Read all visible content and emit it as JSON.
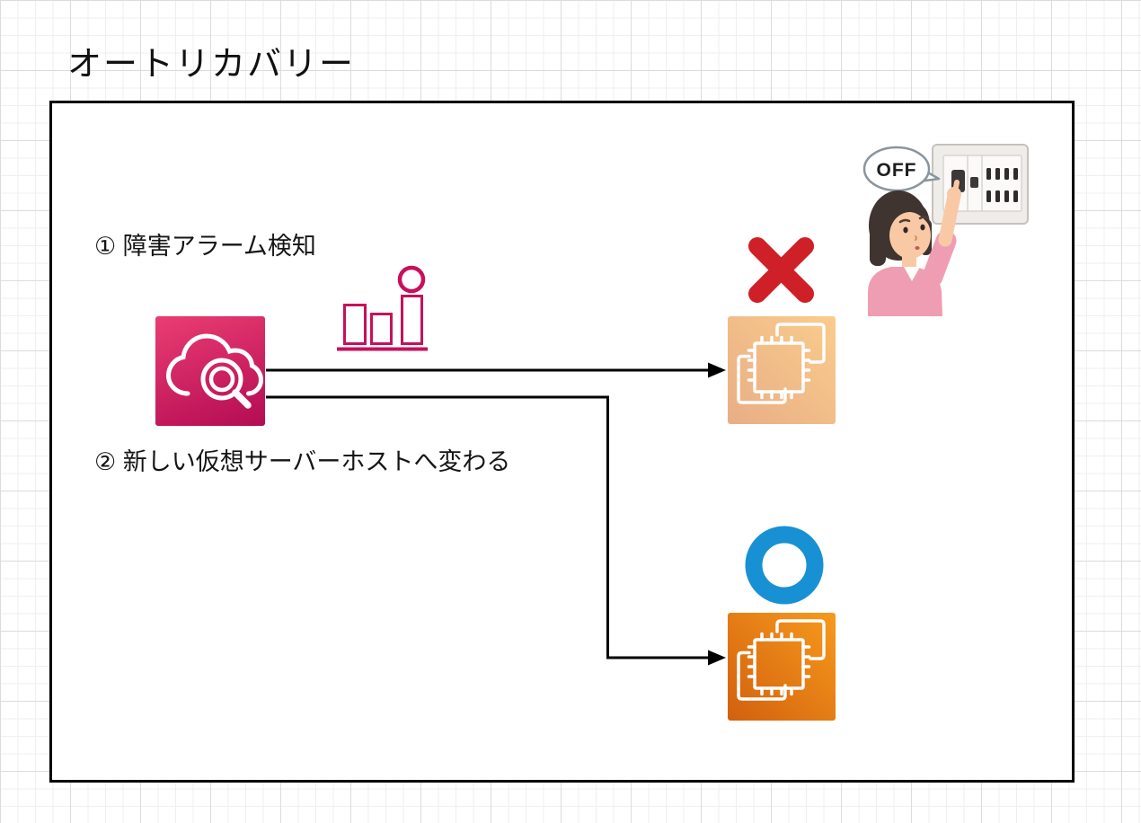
{
  "page": {
    "title": "オートリカバリー"
  },
  "diagram": {
    "steps": [
      {
        "label": "① 障害アラーム検知"
      },
      {
        "label": "② 新しい仮想サーバーホストへ変わる"
      }
    ],
    "speech_bubble_text": "OFF",
    "icons": {
      "cloudwatch": "aws-cloudwatch-icon",
      "alarm_chart": "alarm-bar-chart-icon",
      "failed_host": "aws-ec2-instance-icon-faded",
      "new_host": "aws-ec2-instance-icon",
      "failed_mark": "cross-mark-icon",
      "ok_mark": "circle-mark-icon",
      "illustration": "woman-turning-off-breaker-illustration"
    },
    "colors": {
      "cloudwatch_gradient_start": "#EA3D72",
      "cloudwatch_gradient_end": "#B40C53",
      "alarm_chart": "#C7105C",
      "ec2_gradient_start": "#F79A1D",
      "ec2_gradient_end": "#D2600E",
      "cross_red": "#CE2026",
      "circle_blue": "#1791D3",
      "connector_black": "#000000",
      "sweater_pink": "#EF9DB2",
      "skin": "#F9C9A5"
    }
  }
}
